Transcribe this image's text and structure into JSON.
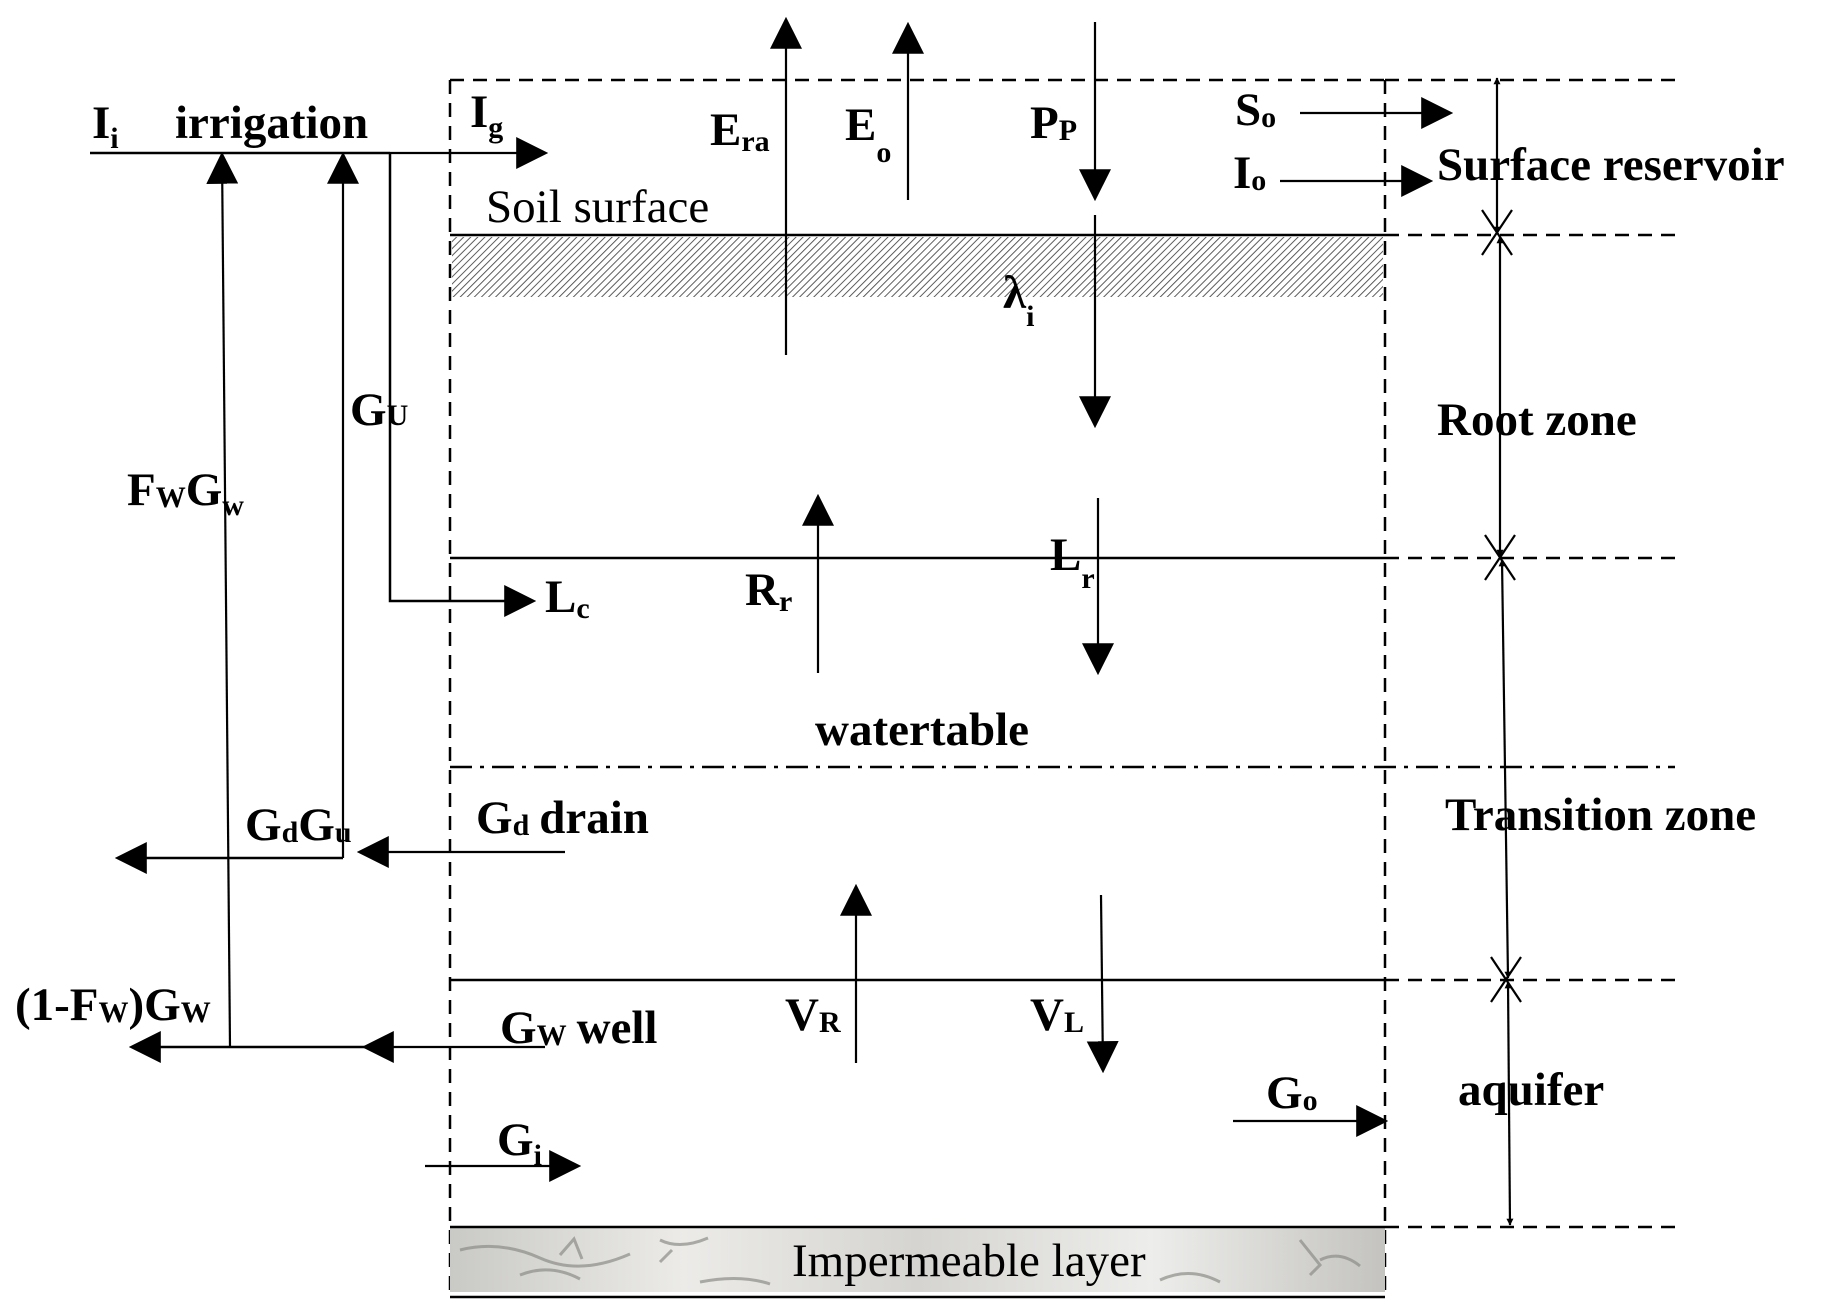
{
  "labels": {
    "irrigation_sym": "I",
    "irrigation_sub": "i",
    "irrigation_text": "irrigation",
    "ig_sym": "I",
    "ig_sub": "g",
    "soil_surface": "Soil surface",
    "era_sym": "E",
    "era_sub": "ra",
    "eo_sym": "E",
    "eo_sub": "o",
    "pp_sym": "P",
    "pp_sub": "P",
    "so_sym": "S",
    "so_sub": "o",
    "io_sym": "I",
    "io_sub": "o",
    "surface_reservoir": "Surface reservoir",
    "lambda_sym": "λ",
    "lambda_sub": "i",
    "gu_sym": "G",
    "gu_sub": "U",
    "fwgw_f": "F",
    "fwgw_w1": "W",
    "fwgw_g": "G",
    "fwgw_w2": "w",
    "root_zone": "Root zone",
    "lc_sym": "L",
    "lc_sub": "c",
    "rr_sym": "R",
    "rr_sub": "r",
    "lr_sym": "L",
    "lr_sub": "r",
    "watertable": "watertable",
    "transition_zone": "Transition zone",
    "gdgu_g1": "G",
    "gdgu_d": "d",
    "gdgu_g2": "G",
    "gdgu_u": "u",
    "gd_sym": "G",
    "gd_sub": "d",
    "gd_text": "drain",
    "vr_sym": "V",
    "vr_sub": "R",
    "vl_sym": "V",
    "vl_sub": "L",
    "left_gw_a": "(1-F",
    "left_gw_b": "W",
    "left_gw_c": ")G",
    "left_gw_d": "W",
    "gw_sym": "G",
    "gw_sub": "W",
    "gw_text": "well",
    "go_sym": "G",
    "go_sub": "o",
    "aquifer": "aquifer",
    "gi_sym": "G",
    "gi_sub": "i",
    "impermeable_layer": "Impermeable layer"
  },
  "colors": {
    "ink": "#000000",
    "hatch": "#000000",
    "rock_base": "#d9d9d6",
    "rock_dark": "#9a9a96"
  }
}
